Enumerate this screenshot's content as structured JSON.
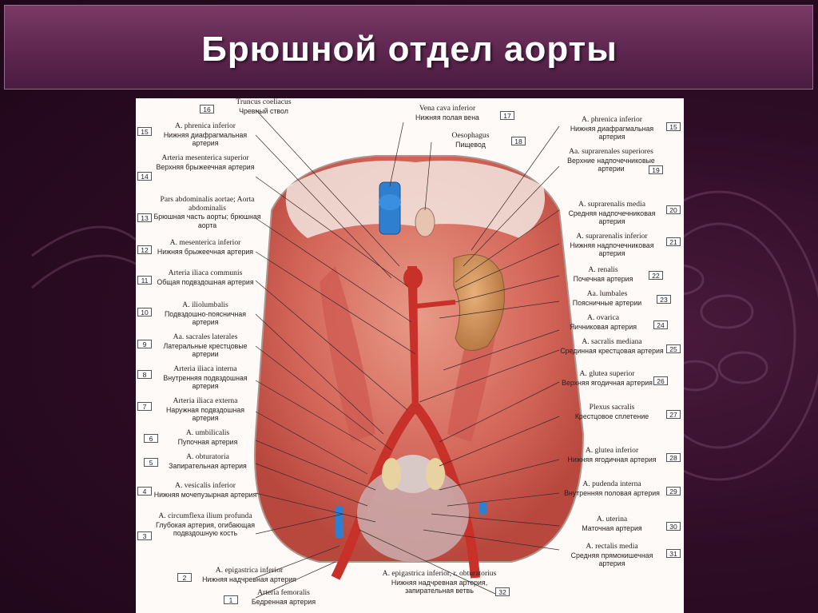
{
  "slide": {
    "title": "Брюшной отдел аорты"
  },
  "labels_left": [
    {
      "n": "16",
      "la": "Truncus coeliacus",
      "ru": "Чревный ствол"
    },
    {
      "n": "15",
      "la": "A. phrenica inferior",
      "ru": "Нижняя диафрагмальная артерия"
    },
    {
      "n": "14",
      "la": "Arteria mesenterica superior",
      "ru": "Верхняя брыжеечная артерия"
    },
    {
      "n": "13",
      "la": "Pars abdominalis aortae; Aorta abdominalis",
      "ru": "Брюшная часть аорты; брюшная аорта"
    },
    {
      "n": "12",
      "la": "A. mesenterica inferior",
      "ru": "Нижняя брыжеечная артерия"
    },
    {
      "n": "11",
      "la": "Arteria iliaca communis",
      "ru": "Общая подвздошная артерия"
    },
    {
      "n": "10",
      "la": "A. iliolumbalis",
      "ru": "Подвздошно-поясничная артерия"
    },
    {
      "n": "9",
      "la": "Aa. sacrales laterales",
      "ru": "Латеральные крестцовые артерии"
    },
    {
      "n": "8",
      "la": "Arteria iliaca interna",
      "ru": "Внутренняя подвздошная артерия"
    },
    {
      "n": "7",
      "la": "Arteria iliaca externa",
      "ru": "Наружная подвздошная артерия"
    },
    {
      "n": "6",
      "la": "A. umbilicalis",
      "ru": "Пупочная артерия"
    },
    {
      "n": "5",
      "la": "A. obturatoria",
      "ru": "Запирательная артерия"
    },
    {
      "n": "4",
      "la": "A. vesicalis inferior",
      "ru": "Нижняя мочепузырная артерия"
    },
    {
      "n": "3",
      "la": "A. circumflexa ilium profunda",
      "ru": "Глубокая артерия, огибающая подвздошную кость"
    },
    {
      "n": "2",
      "la": "A. epigastrica inferior",
      "ru": "Нижняя надчревная артерия"
    },
    {
      "n": "1",
      "la": "Arteria femoralis",
      "ru": "Бедренная артерия"
    }
  ],
  "labels_right": [
    {
      "n": "17",
      "la": "Vena cava inferior",
      "ru": "Нижняя полая вена"
    },
    {
      "n": "18",
      "la": "Oesophagus",
      "ru": "Пищевод"
    },
    {
      "n": "15",
      "la": "A. phrenica inferior",
      "ru": "Нижняя диафрагмальная артерия"
    },
    {
      "n": "19",
      "la": "Aa. suprarenales superiores",
      "ru": "Верхние надпочечниковые артерии"
    },
    {
      "n": "20",
      "la": "A. suprarenalis media",
      "ru": "Средняя надпочечниковая артерия"
    },
    {
      "n": "21",
      "la": "A. suprarenalis inferior",
      "ru": "Нижняя надпочечниковая артерия"
    },
    {
      "n": "22",
      "la": "A. renalis",
      "ru": "Почечная артерия"
    },
    {
      "n": "23",
      "la": "Aa. lumbales",
      "ru": "Поясничные артерии"
    },
    {
      "n": "24",
      "la": "A. ovarica",
      "ru": "Яичниковая артерия"
    },
    {
      "n": "25",
      "la": "A. sacralis mediana",
      "ru": "Срединная крестцовая артерия"
    },
    {
      "n": "26",
      "la": "A. glutea superior",
      "ru": "Верхняя ягодичная артерия"
    },
    {
      "n": "27",
      "la": "Plexus sacralis",
      "ru": "Крестцовое сплетение"
    },
    {
      "n": "28",
      "la": "A. glutea inferior",
      "ru": "Нижняя ягодичная артерия"
    },
    {
      "n": "29",
      "la": "A. pudenda interna",
      "ru": "Внутренняя половая артерия"
    },
    {
      "n": "30",
      "la": "A. uterina",
      "ru": "Маточная артерия"
    },
    {
      "n": "31",
      "la": "A. rectalis media",
      "ru": "Средняя прямокишечная артерия"
    },
    {
      "n": "32",
      "la": "A. epigastrica inferior, r. obturatorius",
      "ru": "Нижняя надчревная артерия, запирательная ветвь"
    }
  ]
}
